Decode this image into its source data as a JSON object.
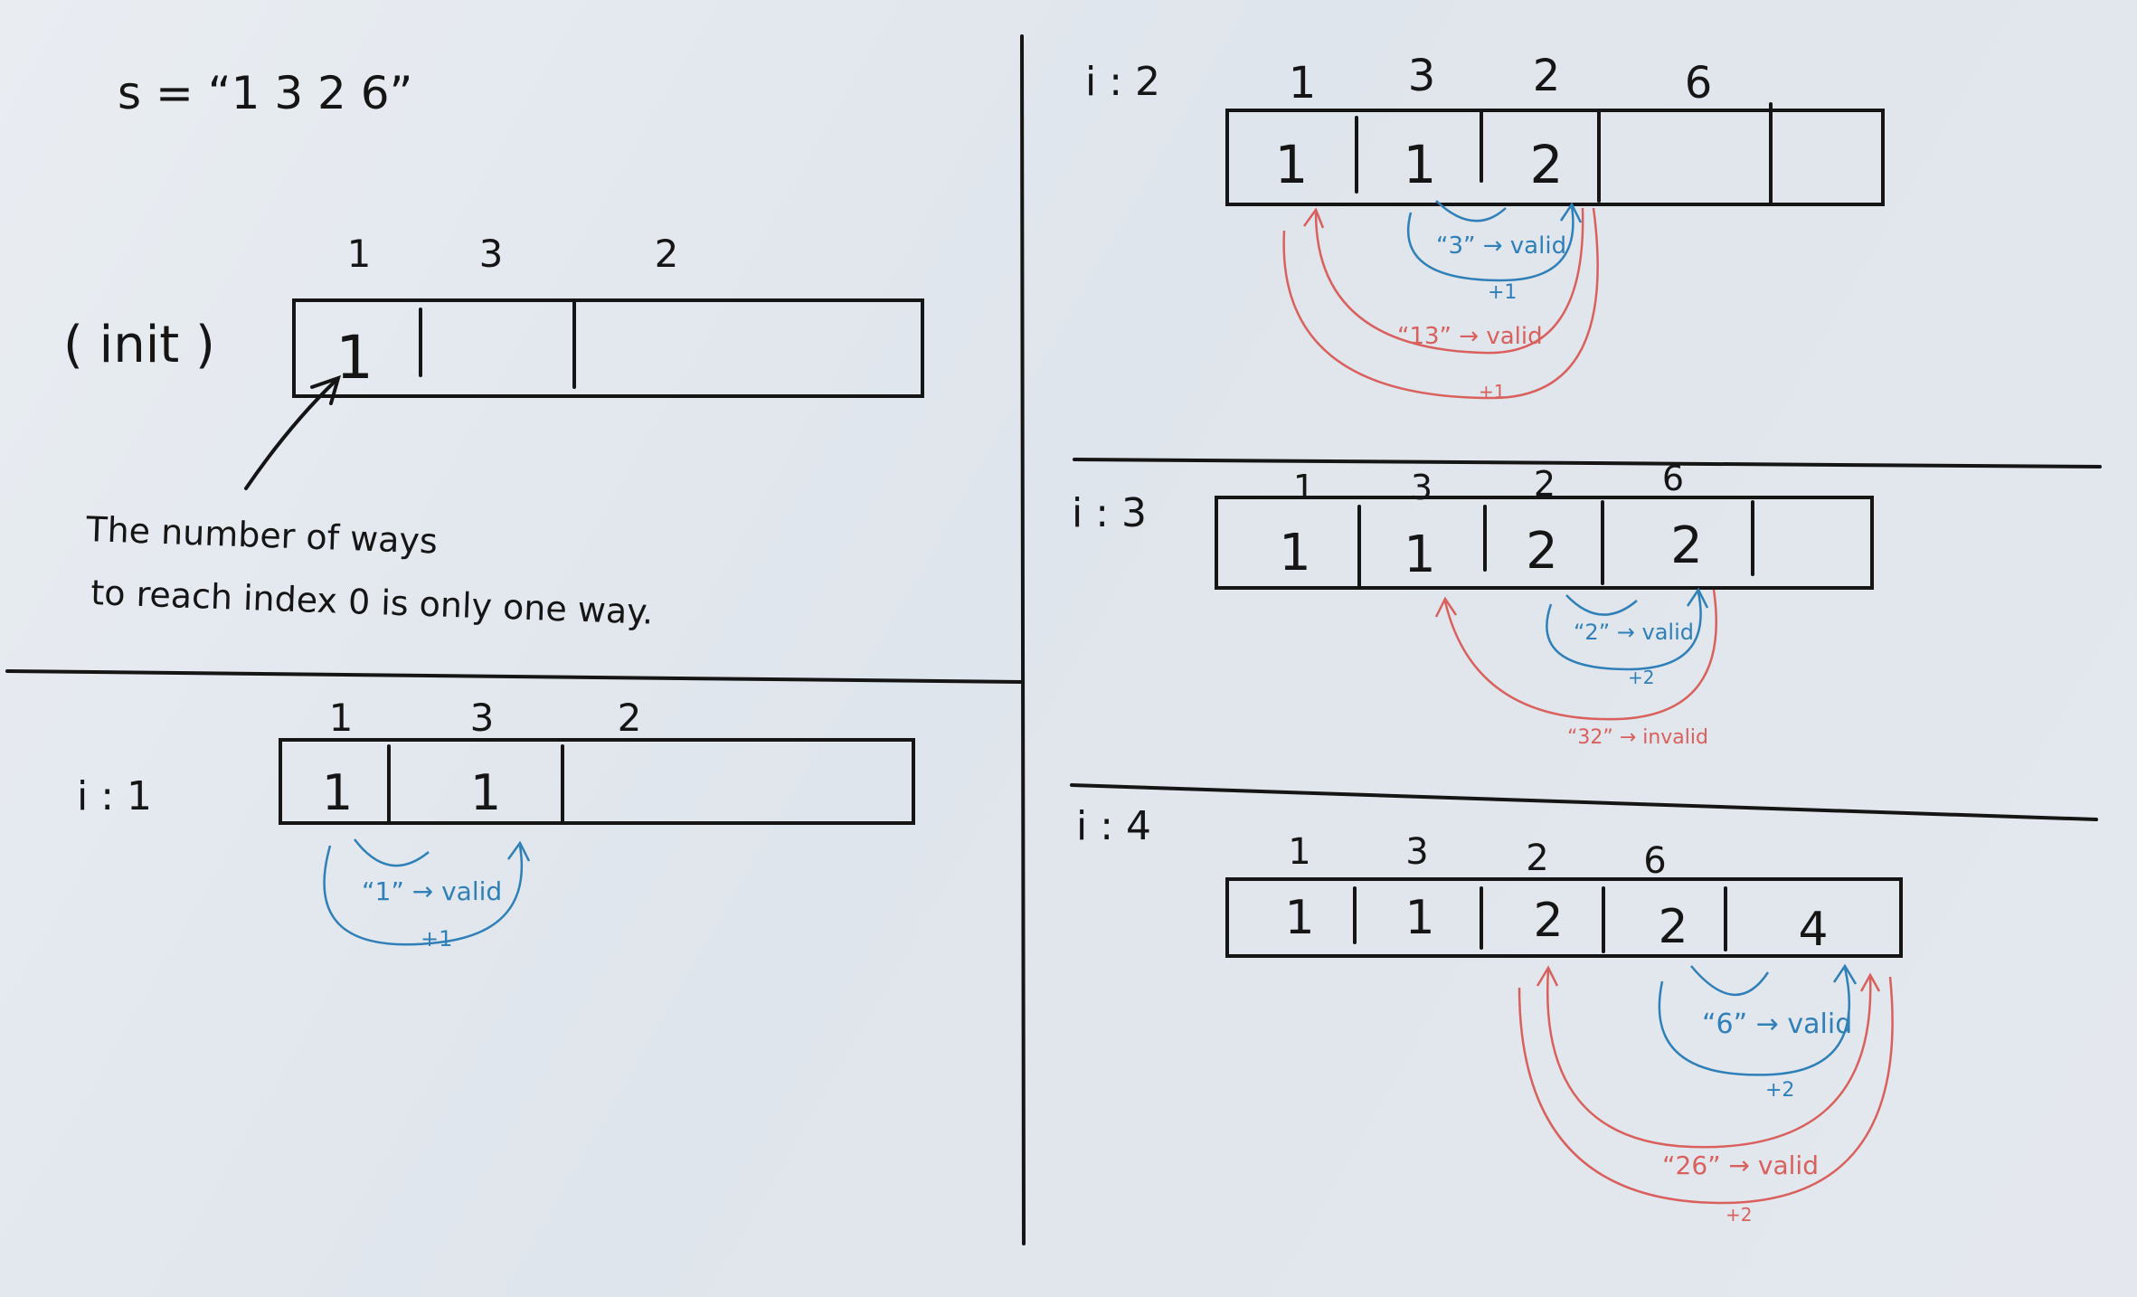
{
  "header": {
    "s_label": "s = “1  3  2  6”"
  },
  "init": {
    "label": "( init )",
    "chars": [
      "1",
      "3",
      "2"
    ],
    "cells": [
      "1",
      "",
      ""
    ],
    "note_line1": "The number of ways",
    "note_line2": "to reach index 0 is only one way."
  },
  "step1": {
    "label": "i : 1",
    "chars": [
      "1",
      "3",
      "2"
    ],
    "cells": [
      "1",
      "1",
      ""
    ],
    "blue": {
      "text": "“1” → valid",
      "inc": "+1"
    }
  },
  "step2": {
    "label": "i : 2",
    "chars": [
      "1",
      "3",
      "2",
      "6"
    ],
    "cells": [
      "1",
      "1",
      "2",
      "",
      ""
    ],
    "blue": {
      "text": "“3” → valid",
      "inc": "+1"
    },
    "red": {
      "text": "“13” → valid",
      "inc": "+1"
    }
  },
  "step3": {
    "label": "i : 3",
    "chars": [
      "1",
      "3",
      "2",
      "6"
    ],
    "cells": [
      "1",
      "1",
      "2",
      "2",
      ""
    ],
    "blue": {
      "text": "“2” → valid",
      "inc": "+2"
    },
    "red": {
      "text": "“32” → invalid"
    }
  },
  "step4": {
    "label": "i : 4",
    "chars": [
      "1",
      "3",
      "2",
      "6"
    ],
    "cells": [
      "1",
      "1",
      "2",
      "2",
      "4"
    ],
    "blue": {
      "text": "“6” → valid",
      "inc": "+2"
    },
    "red": {
      "text": "“26” → valid",
      "inc": "+2"
    }
  },
  "colors": {
    "ink": "#151515",
    "blue": "#2f7fb8",
    "red": "#d9605c"
  }
}
